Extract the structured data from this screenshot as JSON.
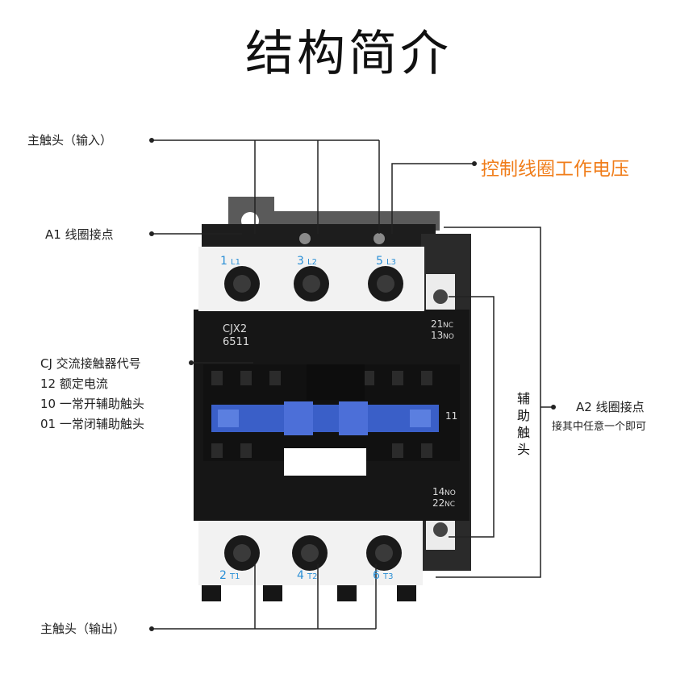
{
  "title": "结构简介",
  "labels": {
    "main_contact_input": "主触头（输入）",
    "a1_coil_contact": "A1 线圈接点",
    "coil_voltage": "控制线圈工作电压",
    "model_info": [
      "CJ 交流接触器代号",
      "12 额定电流",
      "10 一常开辅助触头",
      "01 一常闭辅助触头"
    ],
    "aux_contact": "辅助触头",
    "a2_coil_contact": "A2 线圈接点",
    "a2_note": "接其中任意一个即可",
    "main_contact_output": "主触头（输出）"
  },
  "device": {
    "model_line1": "CJX2",
    "model_line2": "6511",
    "top_terminals": [
      {
        "num": "1",
        "tag": "L1"
      },
      {
        "num": "3",
        "tag": "L2"
      },
      {
        "num": "5",
        "tag": "L3"
      }
    ],
    "bottom_terminals": [
      {
        "num": "2",
        "tag": "T1"
      },
      {
        "num": "4",
        "tag": "T2"
      },
      {
        "num": "6",
        "tag": "T3"
      }
    ],
    "aux_top": [
      {
        "num": "21",
        "tag": "NC"
      },
      {
        "num": "13",
        "tag": "NO"
      }
    ],
    "aux_bottom": [
      {
        "num": "14",
        "tag": "NO"
      },
      {
        "num": "22",
        "tag": "NC"
      }
    ],
    "slot_label": "11"
  },
  "colors": {
    "body": "#161616",
    "terminal_block": "#f2f2f2",
    "slider": "#3a5fc8",
    "accent": "#f07d1a",
    "terminal_text": "#2a8fd6",
    "leader": "#222222"
  }
}
